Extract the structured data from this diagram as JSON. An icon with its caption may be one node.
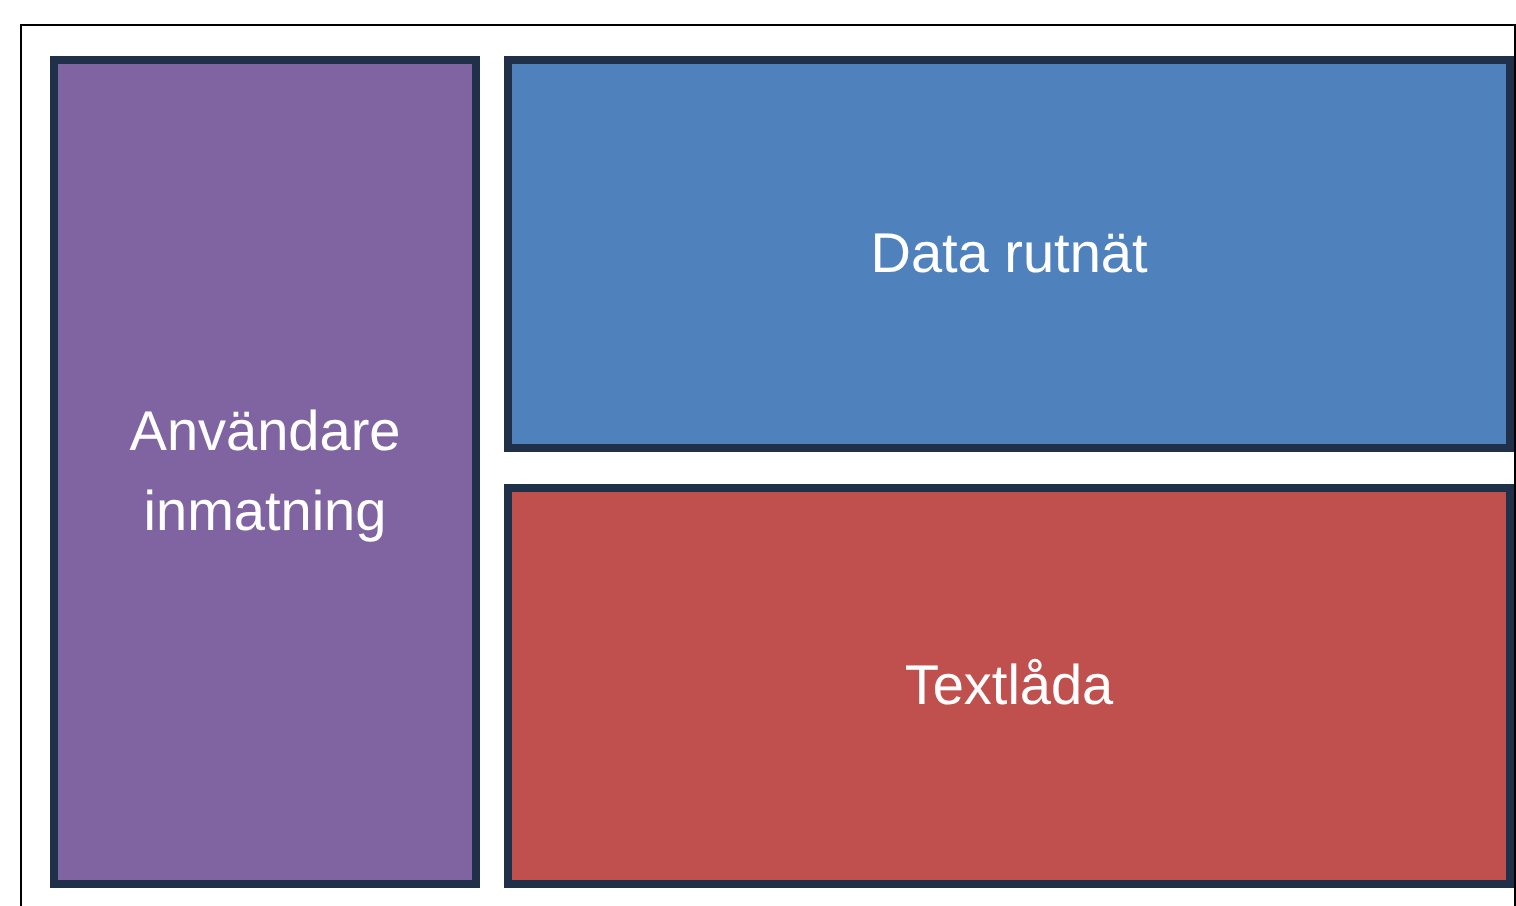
{
  "diagram": {
    "nodes": [
      {
        "text": [],
        "shape": "box"
      },
      {
        "text": [
          "Användare inmatning"
        ],
        "in": 0
      },
      {
        "text": [
          "Data rutnät"
        ],
        "in": 0
      },
      {
        "text": [
          "Textlåda"
        ],
        "in": 0
      }
    ]
  }
}
